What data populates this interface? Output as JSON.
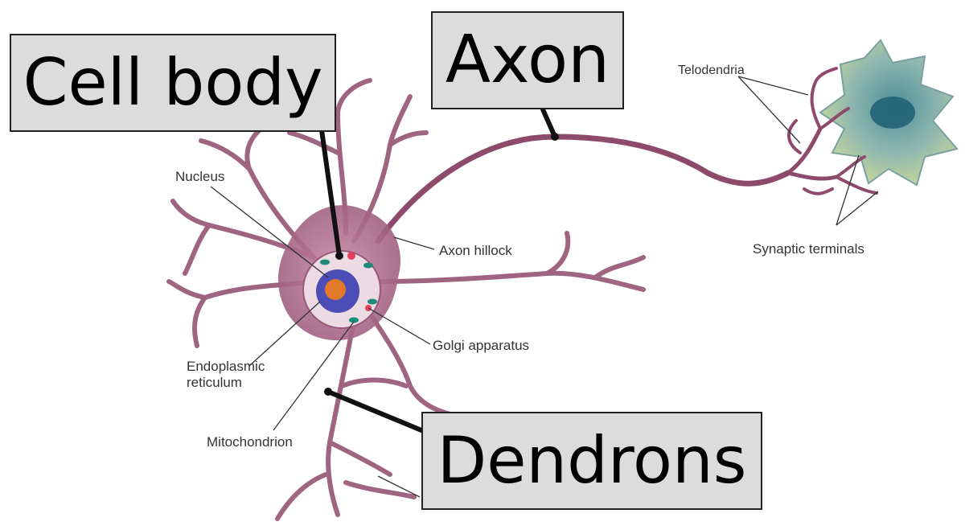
{
  "labels": {
    "cell_body": "Cell body",
    "axon": "Axon",
    "dendrons": "Dendrons",
    "telodendria": "Telodendria",
    "nucleus": "Nucleus",
    "axon_hillock": "Axon hillock",
    "synaptic_terminals": "Synaptic terminals",
    "golgi_apparatus": "Golgi apparatus",
    "endoplasmic_reticulum_line1": "Endoplasmic",
    "endoplasmic_reticulum_line2": "reticulum",
    "mitochondrion": "Mitochondrion"
  },
  "colors": {
    "neuron_membrane": "#8e4a6b",
    "cell_body_fill": "#b07a9a",
    "nucleus_fill": "#3a3db0",
    "nucleolus_fill": "#e07a2a",
    "mitochondria": "#1f8a7a",
    "target_cell": "#6fa6a8",
    "label_box": "#dcdcdc"
  }
}
